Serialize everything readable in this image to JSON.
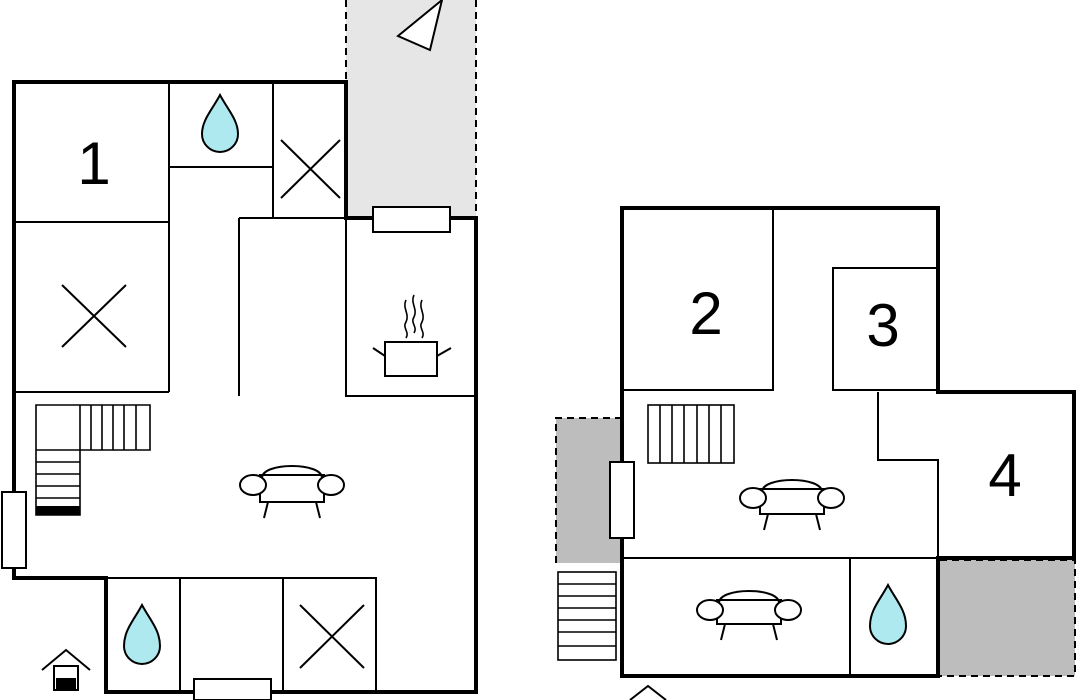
{
  "rooms": [
    {
      "id": "room-1",
      "label": "1"
    },
    {
      "id": "room-2",
      "label": "2"
    },
    {
      "id": "room-3",
      "label": "3"
    },
    {
      "id": "room-4",
      "label": "4"
    }
  ],
  "colors": {
    "terrace_light": "#e6e6e6",
    "terrace_dark": "#bdbdbd",
    "water_drop": "#aee9ef",
    "wall": "#000000",
    "background": "#ffffff"
  },
  "icons": [
    "bathroom-drop-icon",
    "bed-cross-icon",
    "kitchen-pot-icon",
    "sofa-icon",
    "stairs-icon",
    "door-icon",
    "north-arrow-icon",
    "entrance-house-icon"
  ]
}
